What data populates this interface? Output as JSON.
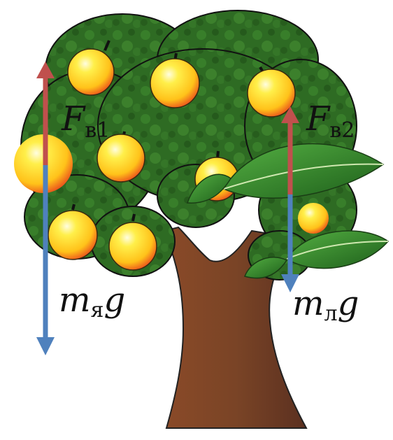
{
  "labels": {
    "force_left": {
      "main": "F",
      "sub": "в1"
    },
    "force_right": {
      "main": "F",
      "sub": "в2"
    },
    "weight_left": {
      "main": "m",
      "sub": "я",
      "tail": "g"
    },
    "weight_right": {
      "main": "m",
      "sub": "л",
      "tail": "g"
    }
  },
  "colors": {
    "up_arrow": "#c0504d",
    "down_arrow": "#4f81bd",
    "foliage": "#2e6b23",
    "foliage_dark": "#1f4f18",
    "trunk": "#7a4426",
    "apple_yellow": "#ffe234",
    "apple_red": "#e8401c",
    "leaf": "#2f8a2a"
  }
}
